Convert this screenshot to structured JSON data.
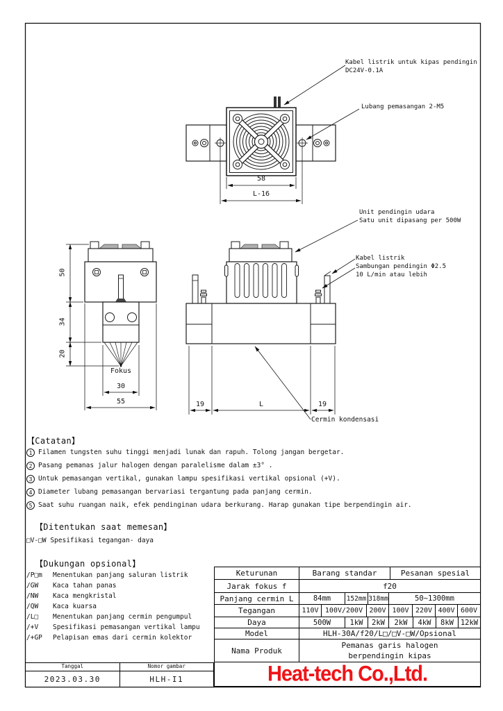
{
  "annotations": {
    "fan_cable_line1": "Kabel listrik untuk kipas pendingin",
    "fan_cable_line2": "DC24V-0.1A",
    "mounting_hole": "Lubang pemasangan 2-M5",
    "cooling_unit_line1": "Unit pendingin udara",
    "cooling_unit_line2": "Satu unit dipasang per 500W",
    "power_cable": "Kabel listrik",
    "coolant_line1": "Sambungan pendingin Φ2.5",
    "coolant_line2": "10 L/min atau lebih",
    "condensing_mirror": "Cermin kondensasi",
    "focus_label": "Fokus"
  },
  "dimensions": {
    "fan_width": "58",
    "fan_hole_span": "L-16",
    "side_top": "50",
    "side_mid": "34",
    "side_focus": "20",
    "focus_width": "30",
    "side_total": "55",
    "front_left": "19",
    "front_mirror": "L",
    "front_right": "19"
  },
  "notes": {
    "title": "【Catatan】",
    "items": [
      {
        "n": "1",
        "text": "Filamen tungsten suhu tinggi menjadi lunak dan rapuh. Tolong jangan bergetar."
      },
      {
        "n": "2",
        "text": "Pasang pemanas jalur halogen dengan paralelisme dalam ±3° ."
      },
      {
        "n": "3",
        "text": "Untuk pemasangan vertikal, gunakan lampu spesifikasi vertikal opsional (+V)."
      },
      {
        "n": "4",
        "text": "Diameter lubang pemasangan bervariasi tergantung pada panjang cermin."
      },
      {
        "n": "5",
        "text": "Saat suhu ruangan naik, efek pendinginan udara berkurang. Harap gunakan tipe berpendingin air."
      }
    ]
  },
  "order_section": {
    "title": "【Ditentukan saat memesan】",
    "item": "□V-□W Spesifikasi tegangan- daya"
  },
  "options_section": {
    "title": "【Dukungan opsional】",
    "items": [
      {
        "code": "/P□m",
        "text": "Menentukan panjang saluran listrik"
      },
      {
        "code": "/GW",
        "text": "Kaca tahan panas"
      },
      {
        "code": "/NW",
        "text": "Kaca mengkristal"
      },
      {
        "code": "/QW",
        "text": "Kaca kuarsa"
      },
      {
        "code": "/L□",
        "text": "Menentukan panjang cermin pengumpul"
      },
      {
        "code": "/+V",
        "text": "Spesifikasi pemasangan vertikal lampu"
      },
      {
        "code": "/+GP",
        "text": "Pelapisan emas dari cermin kolektor"
      }
    ]
  },
  "spec_table": {
    "rows": [
      {
        "label": "Keturunan",
        "cells": [
          "Barang standar",
          "Pesanan spesial"
        ]
      },
      {
        "label": "Jarak fokus f",
        "cells": [
          "f20"
        ]
      },
      {
        "label": "Panjang cermin L",
        "cells": [
          "84mm",
          "152mm",
          "318mm",
          "50~1300mm"
        ]
      },
      {
        "label": "Tegangan",
        "cells": [
          "110V",
          "100V/200V",
          "200V",
          "100V",
          "220V",
          "400V",
          "600V"
        ]
      },
      {
        "label": "Daya",
        "cells": [
          "500W",
          "1kW",
          "2kW",
          "2kW",
          "4kW",
          "8kW",
          "12kW"
        ]
      },
      {
        "label": "Model",
        "cells": [
          "HLH-30A/f20/L□/□V-□W/Opsional"
        ]
      }
    ],
    "product_row": {
      "label": "Nama Produk",
      "line1": "Pemanas garis halogen",
      "line2": "berpendingin kipas"
    }
  },
  "title_block": {
    "date_label": "Tanggal",
    "date_value": "2023.03.30",
    "number_label": "Nomor gambar",
    "number_value": "HLH-I1"
  },
  "company": {
    "name": "Heat-tech Co.,Ltd.",
    "color": "#ee1418"
  }
}
